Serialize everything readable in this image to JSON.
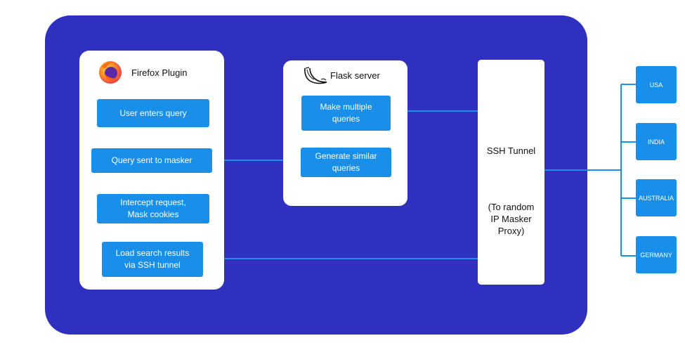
{
  "firefox": {
    "title": "Firefox Plugin",
    "steps": [
      "User enters query",
      "Query sent to masker",
      "Intercept request,\nMask cookies",
      "Load search results\nvia SSH tunnel"
    ]
  },
  "flask": {
    "title": "Flask server",
    "steps": [
      "Make multiple\nqueries",
      "Generate similar\nqueries"
    ]
  },
  "ssh": {
    "title": "SSH Tunnel",
    "note": "(To random\nIP Masker\nProxy)"
  },
  "countries": [
    "USA",
    "INDIA",
    "AUSTRALIA",
    "GERMANY"
  ],
  "colors": {
    "panel": "#3030c0",
    "step": "#1a8fea",
    "connector": "#1a8fea"
  },
  "icons": [
    "firefox-logo-icon",
    "flask-logo-icon"
  ]
}
